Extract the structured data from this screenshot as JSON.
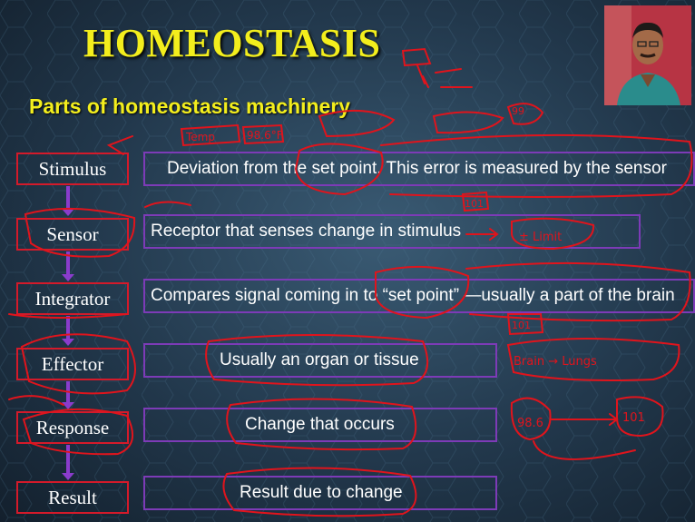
{
  "title": "HOMEOSTASIS",
  "subtitle": "Parts of homeostasis machinery",
  "rows": [
    {
      "label": "Stimulus",
      "description": "Deviation from the set point.  This error is measured by the sensor"
    },
    {
      "label": "Sensor",
      "description": "Receptor that senses change in stimulus"
    },
    {
      "label": "Integrator",
      "description": "Compares signal coming in to “set point” —usually a part of the brain"
    },
    {
      "label": "Effector",
      "description": "Usually an organ or tissue"
    },
    {
      "label": "Response",
      "description": "Change that occurs"
    },
    {
      "label": "Result",
      "description": "Result due to change"
    }
  ],
  "colors": {
    "title": "#f3ee1d",
    "box_border": "#d41a2a",
    "desc_border": "#7d3bb7",
    "ink": "#e0141c"
  }
}
